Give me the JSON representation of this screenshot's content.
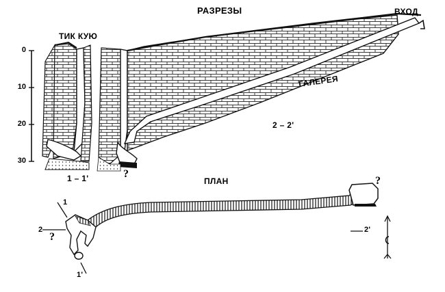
{
  "titles": {
    "sections": "РАЗРЕЗЫ",
    "plan": "ПЛАН",
    "cave_name": "ТИК КУЮ",
    "entrance": "ВХОД",
    "gallery": "ГАЛЕРЕЯ"
  },
  "section_labels": {
    "section_1": "1 – 1'",
    "section_2": "2 – 2'"
  },
  "depth_scale": {
    "ticks": [
      "0",
      "10",
      "20",
      "30"
    ]
  },
  "unknown_marks": {
    "section_bottom": "?",
    "plan_end_right": "?",
    "plan_left": "?"
  },
  "plan_markers": {
    "marker_1": "1",
    "marker_2": "2",
    "marker_1_prime": "1'",
    "marker_2_prime": "2'"
  },
  "colors": {
    "ink": "#111111",
    "paper": "#ffffff"
  }
}
